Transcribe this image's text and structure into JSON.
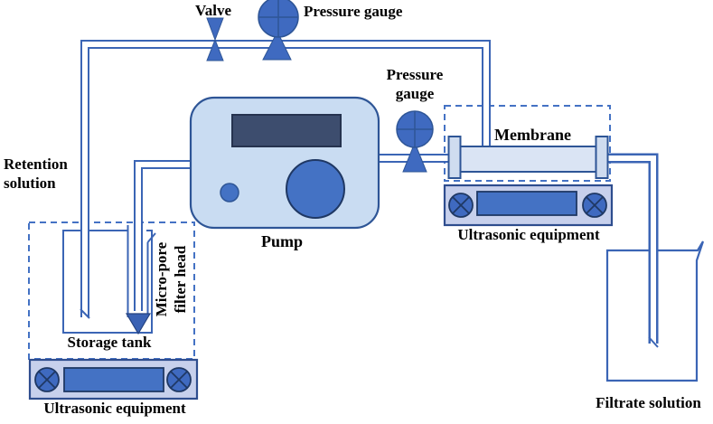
{
  "palette": {
    "pipe_blue": "#3B65B5",
    "symbol_blue": "#3F6AC0",
    "knob_blue": "#4472C4",
    "navy_border": "#2E5596",
    "dark_navy": "#1F3864",
    "pump_body_fill": "#C9DCF2",
    "display_navy": "#3D4D6E",
    "ultrasonic_fill": "#C7D0EC",
    "membrane_body_fill": "#DAE4F4",
    "membrane_cap_fill": "#CFDCEF",
    "dash_blue": "#4472C4"
  },
  "labels": {
    "valve": "Valve",
    "pressure_gauge_top": "Pressure gauge",
    "pressure_gauge_right": {
      "line1": "Pressure",
      "line2": "gauge"
    },
    "retention": {
      "line1": "Retention",
      "line2": "solution"
    },
    "pump": "Pump",
    "membrane": "Membrane",
    "storage_tank": "Storage tank",
    "micropore": {
      "line1": "Micro-pore",
      "line2": "filter head"
    },
    "ultrasonic_left": "Ultrasonic equipment",
    "ultrasonic_right": "Ultrasonic equipment",
    "filtrate": "Filtrate solution"
  }
}
